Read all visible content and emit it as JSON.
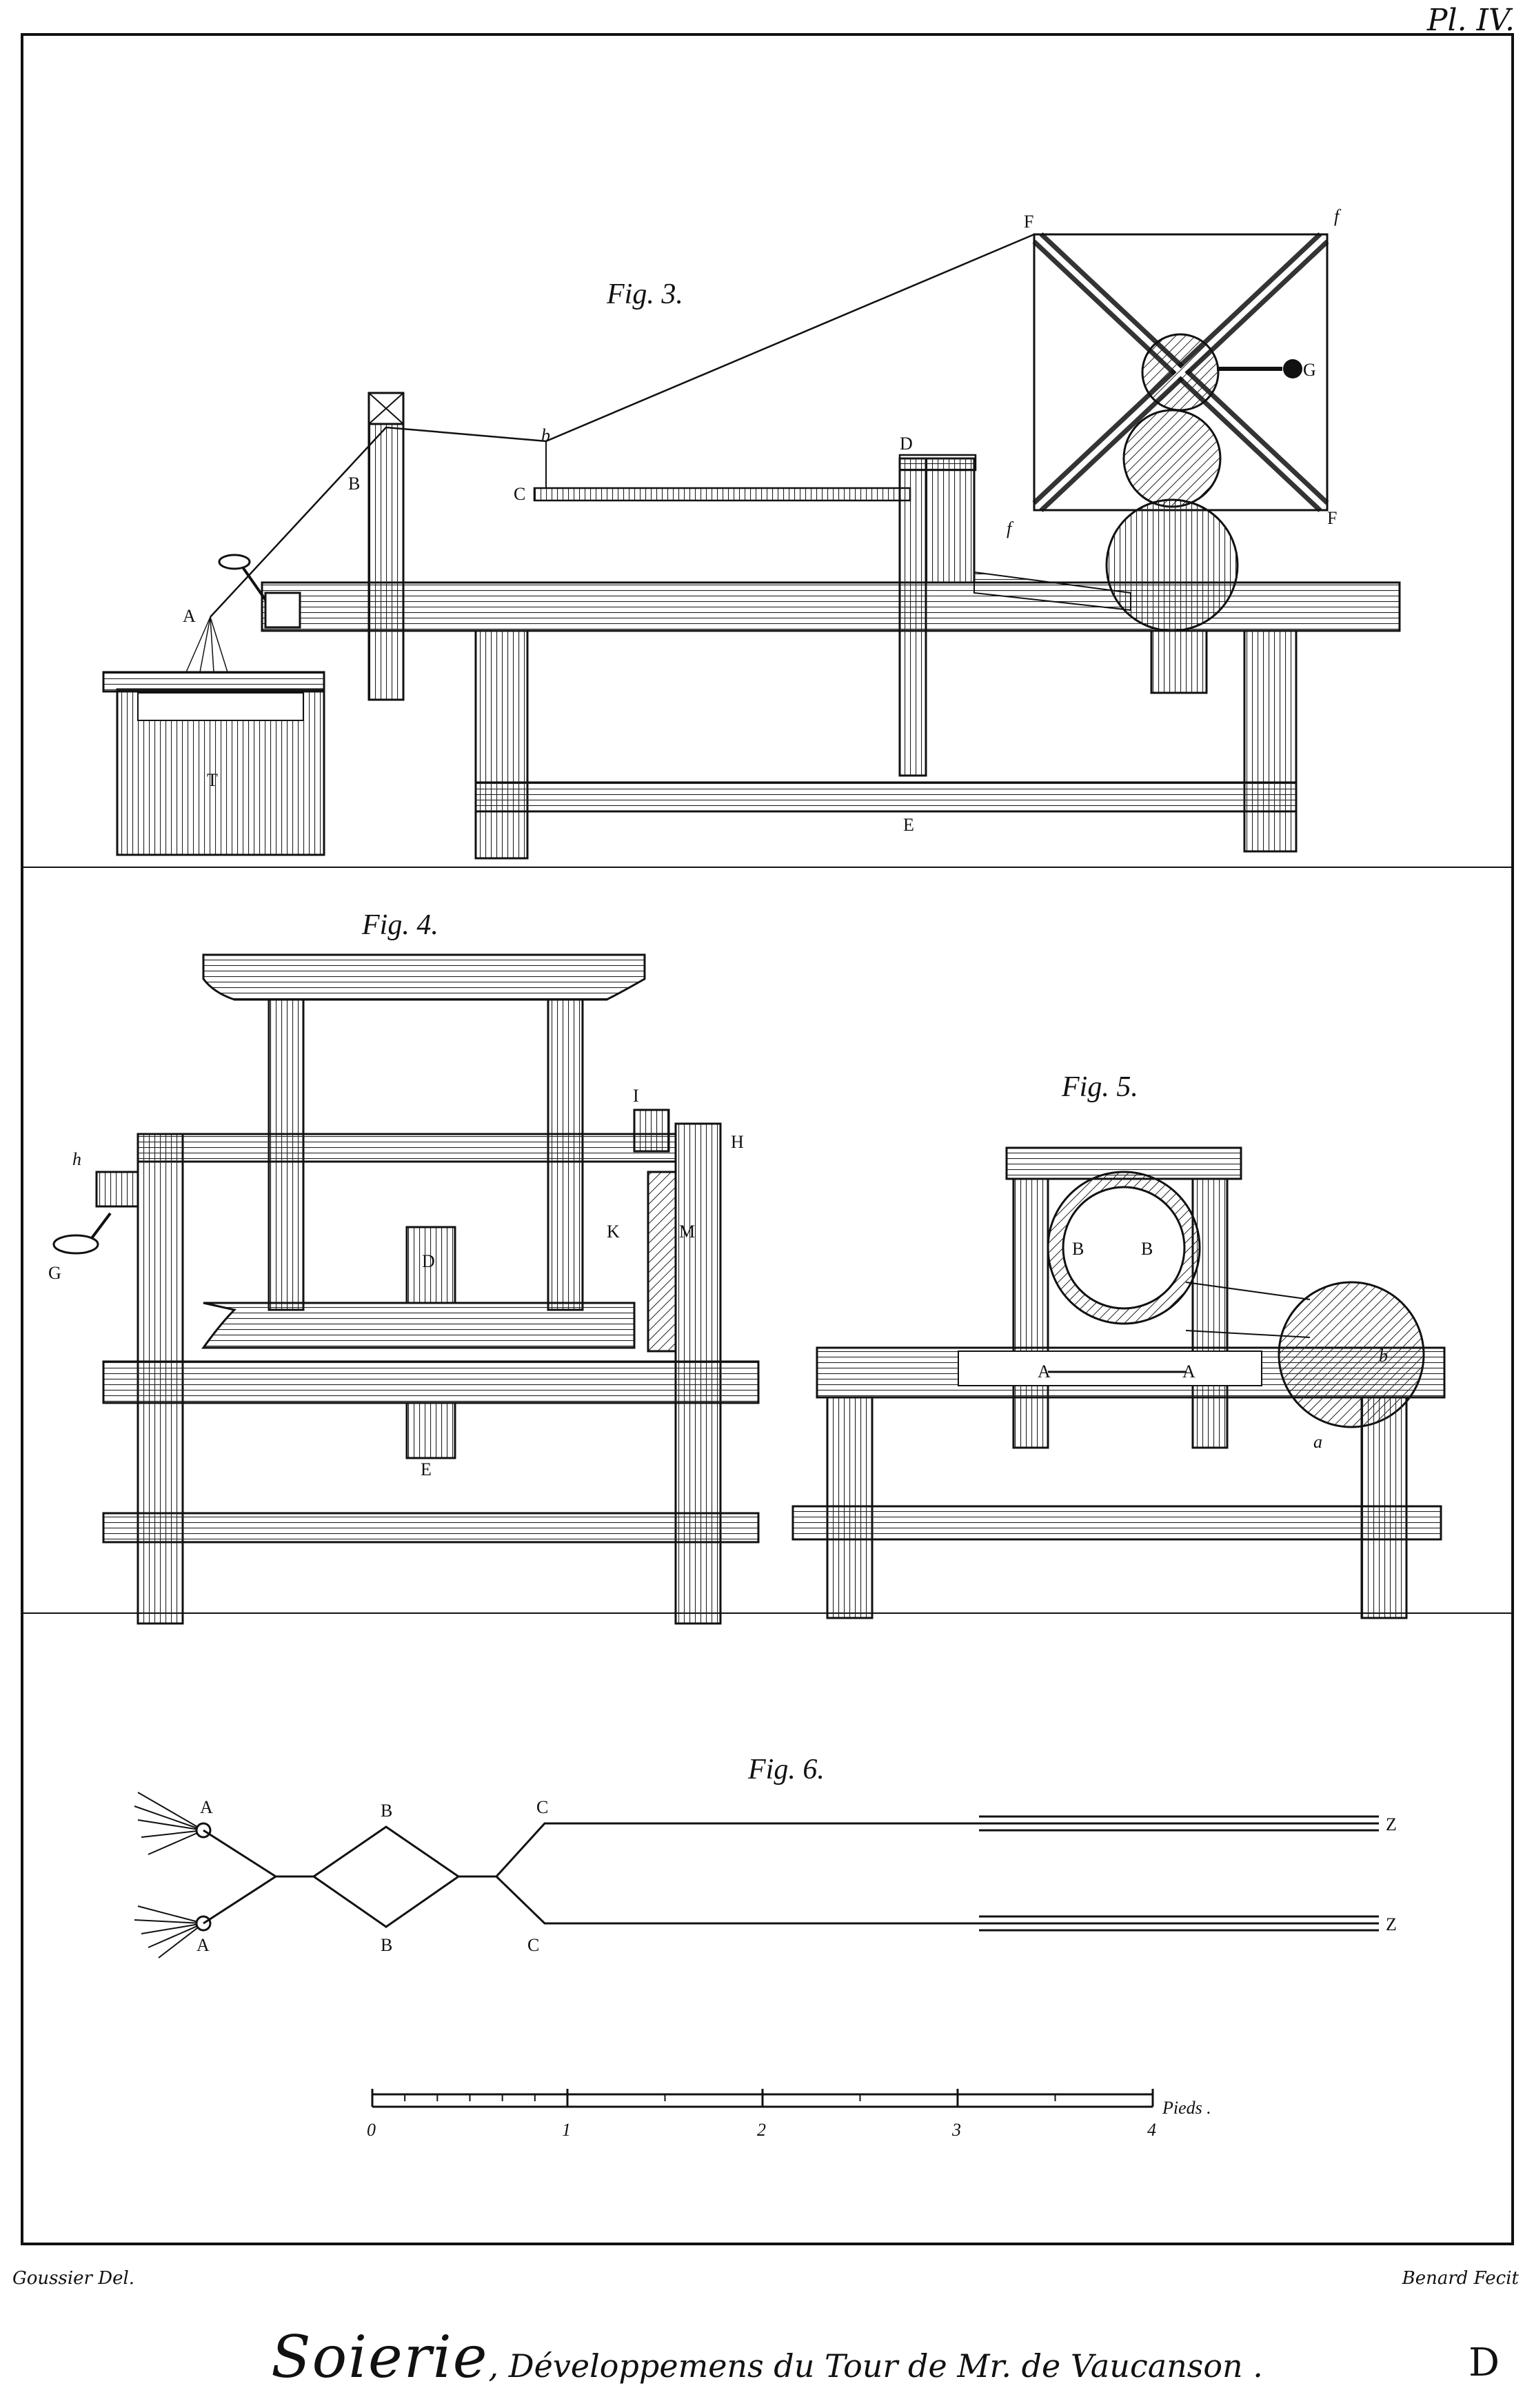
{
  "plate": {
    "plate_number": "Pl. IV.",
    "letter": "D",
    "title_main": "Soierie",
    "title_sub": ", Développemens du Tour de Mr. de Vaucanson .",
    "draughtsman": "Goussier Del.",
    "engraver": "Benard Fecit"
  },
  "figures": {
    "fig3": {
      "title": "Fig. 3.",
      "labels": {
        "A": "A",
        "B": "B",
        "C": "C",
        "D": "D",
        "E": "E",
        "F1": "F",
        "F2": "F",
        "f1": "f",
        "f2": "f",
        "G": "G",
        "T": "T",
        "b": "b"
      }
    },
    "fig4": {
      "title": "Fig. 4.",
      "labels": {
        "h": "h",
        "G": "G",
        "I": "I",
        "H": "H",
        "K": "K",
        "M": "M",
        "D": "D",
        "E": "E"
      }
    },
    "fig5": {
      "title": "Fig. 5.",
      "labels": {
        "B1": "B",
        "B2": "B",
        "A1": "A",
        "A2": "A",
        "a": "a",
        "b": "b"
      }
    },
    "fig6": {
      "title": "Fig. 6.",
      "labels": {
        "A1": "A",
        "A2": "A",
        "B1": "B",
        "B2": "B",
        "C1": "C",
        "C2": "C",
        "Z1": "Z",
        "Z2": "Z"
      }
    }
  },
  "scale": {
    "unit": "Pieds .",
    "ticks": [
      "0",
      "1",
      "2",
      "3",
      "4"
    ]
  }
}
